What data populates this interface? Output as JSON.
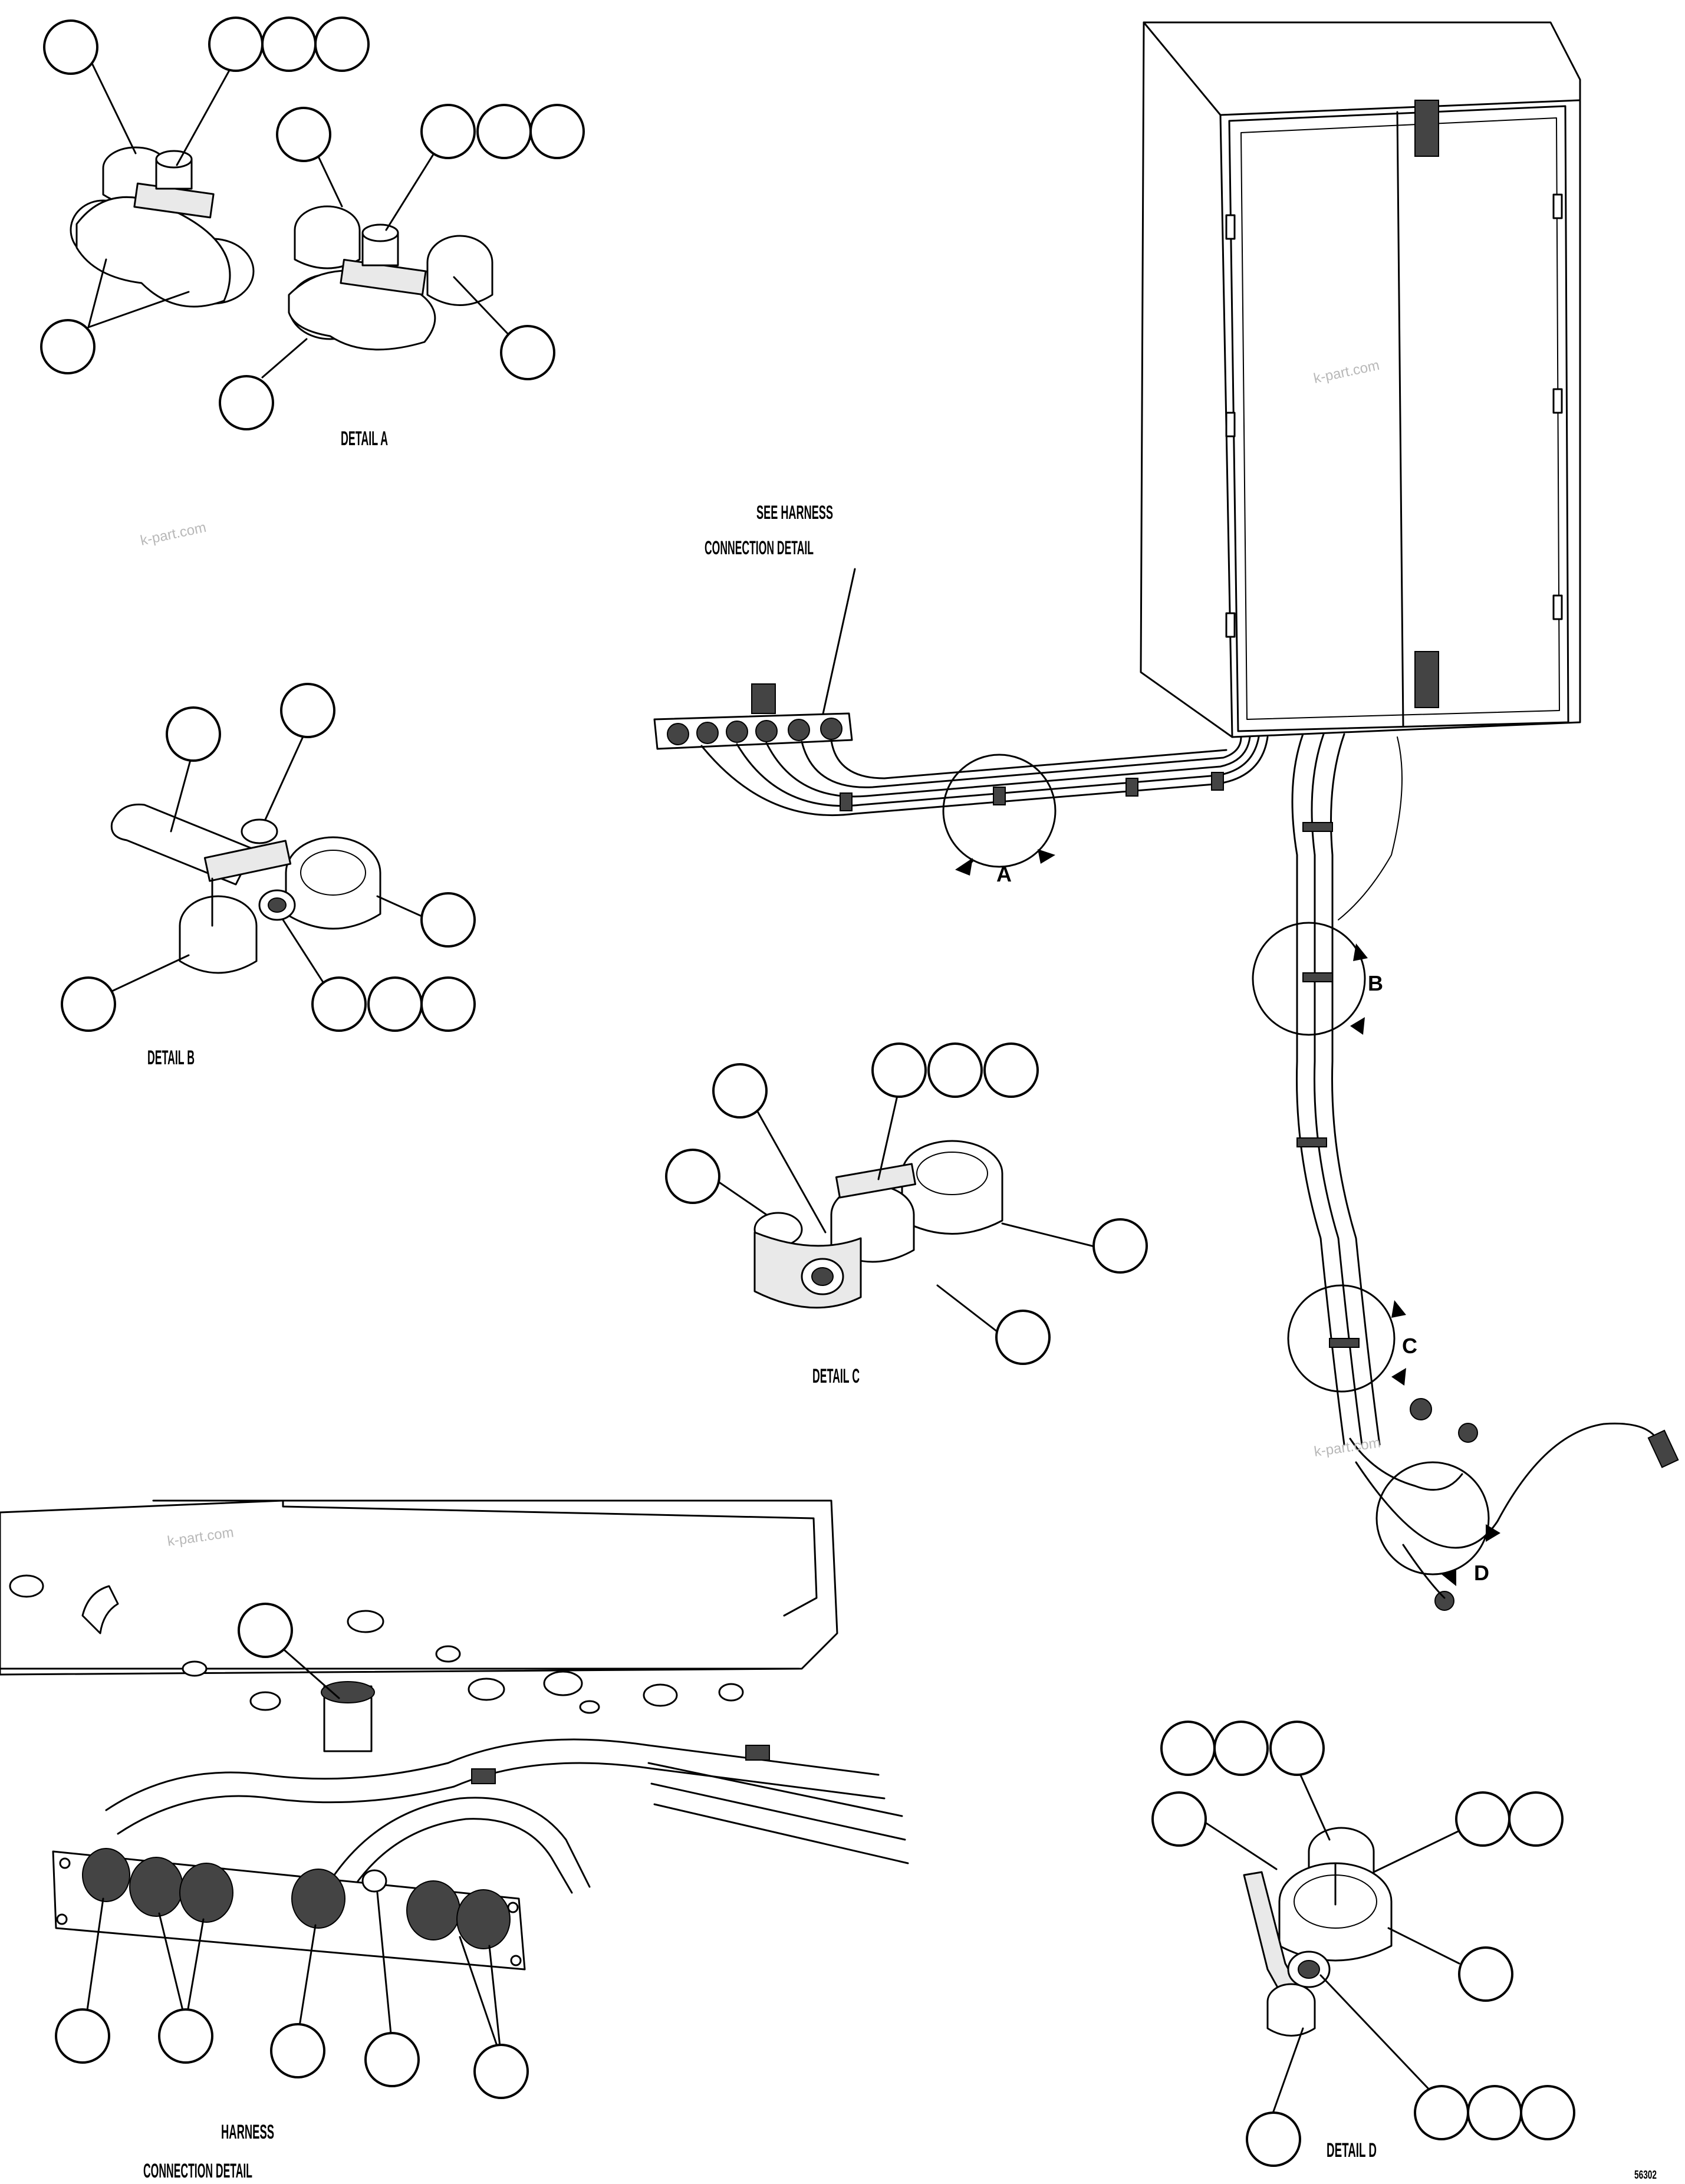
{
  "details": {
    "detail_a": "DETAIL A",
    "detail_b": "DETAIL B",
    "detail_c": "DETAIL C",
    "detail_d": "DETAIL D",
    "harness_detail_line1": "HARNESS",
    "harness_detail_line2": "CONNECTION DETAIL"
  },
  "callouts": {
    "see_harness_line1": "SEE HARNESS",
    "see_harness_line2": "CONNECTION DETAIL",
    "view_a": "A",
    "view_b": "B",
    "view_c": "C",
    "view_d": "D"
  },
  "watermarks": [
    "k-part.com",
    "k-part.com",
    "k-part.com",
    "k-part.com"
  ],
  "drawing_number": "56302",
  "colors": {
    "ink": "#000000",
    "paper": "#ffffff",
    "watermark": "#b8b8b8"
  }
}
